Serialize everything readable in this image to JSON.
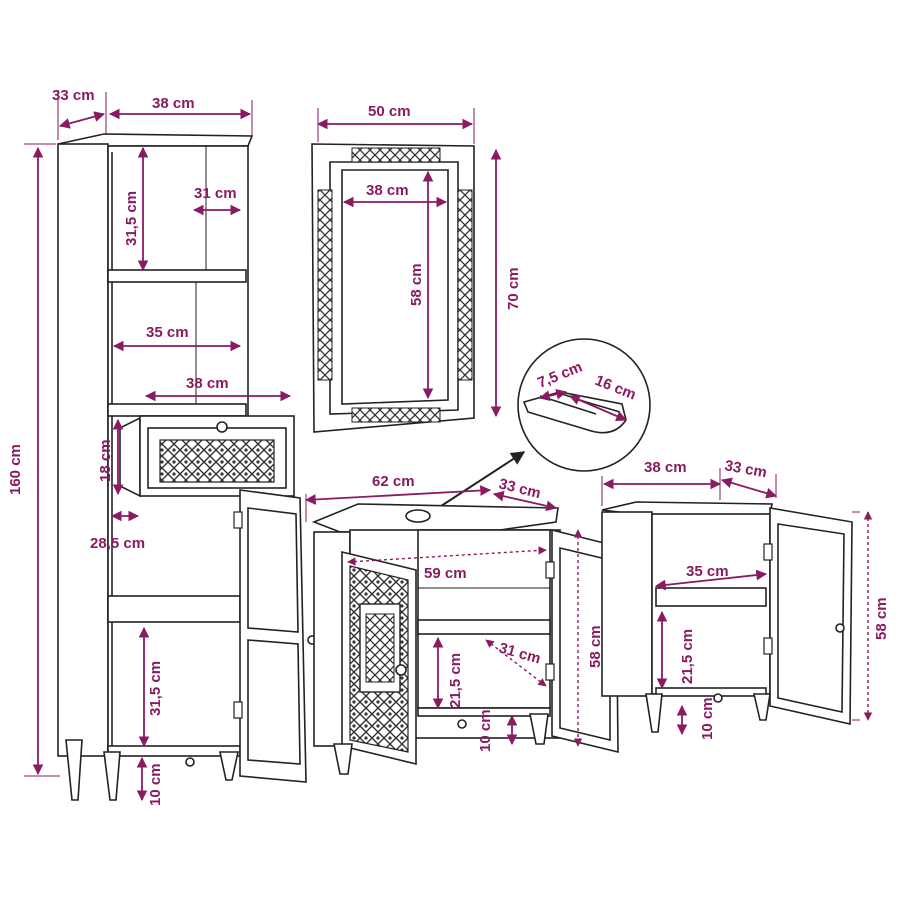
{
  "colors": {
    "accent": "#8a1a62",
    "line": "#222222",
    "pattern": "#555555"
  },
  "labels": {
    "tall_depth": "33 cm",
    "tall_width": "38 cm",
    "tall_height": "160 cm",
    "tall_shelf_height": "31,5 cm",
    "tall_shelf_depth": "31 cm",
    "tall_inner_width": "35 cm",
    "drawer_width": "38 cm",
    "drawer_height": "18 cm",
    "drawer_depth": "28,5 cm",
    "tall_lower_height": "31,5 cm",
    "tall_leg_height": "10 cm",
    "mirror_width": "50 cm",
    "mirror_inner_width": "38 cm",
    "mirror_inner_height": "58 cm",
    "mirror_height": "70 cm",
    "cutout_depth": "7,5 cm",
    "cutout_width": "16 cm",
    "sink_width": "62 cm",
    "sink_depth": "33 cm",
    "sink_inner_width": "59 cm",
    "sink_shelf_height": "21,5 cm",
    "sink_shelf_depth": "31 cm",
    "sink_height": "58 cm",
    "sink_leg_height": "10 cm",
    "small_width": "38 cm",
    "small_depth": "33 cm",
    "small_inner_width": "35 cm",
    "small_shelf_height": "21,5 cm",
    "small_height": "58 cm",
    "small_leg_height": "10 cm"
  }
}
